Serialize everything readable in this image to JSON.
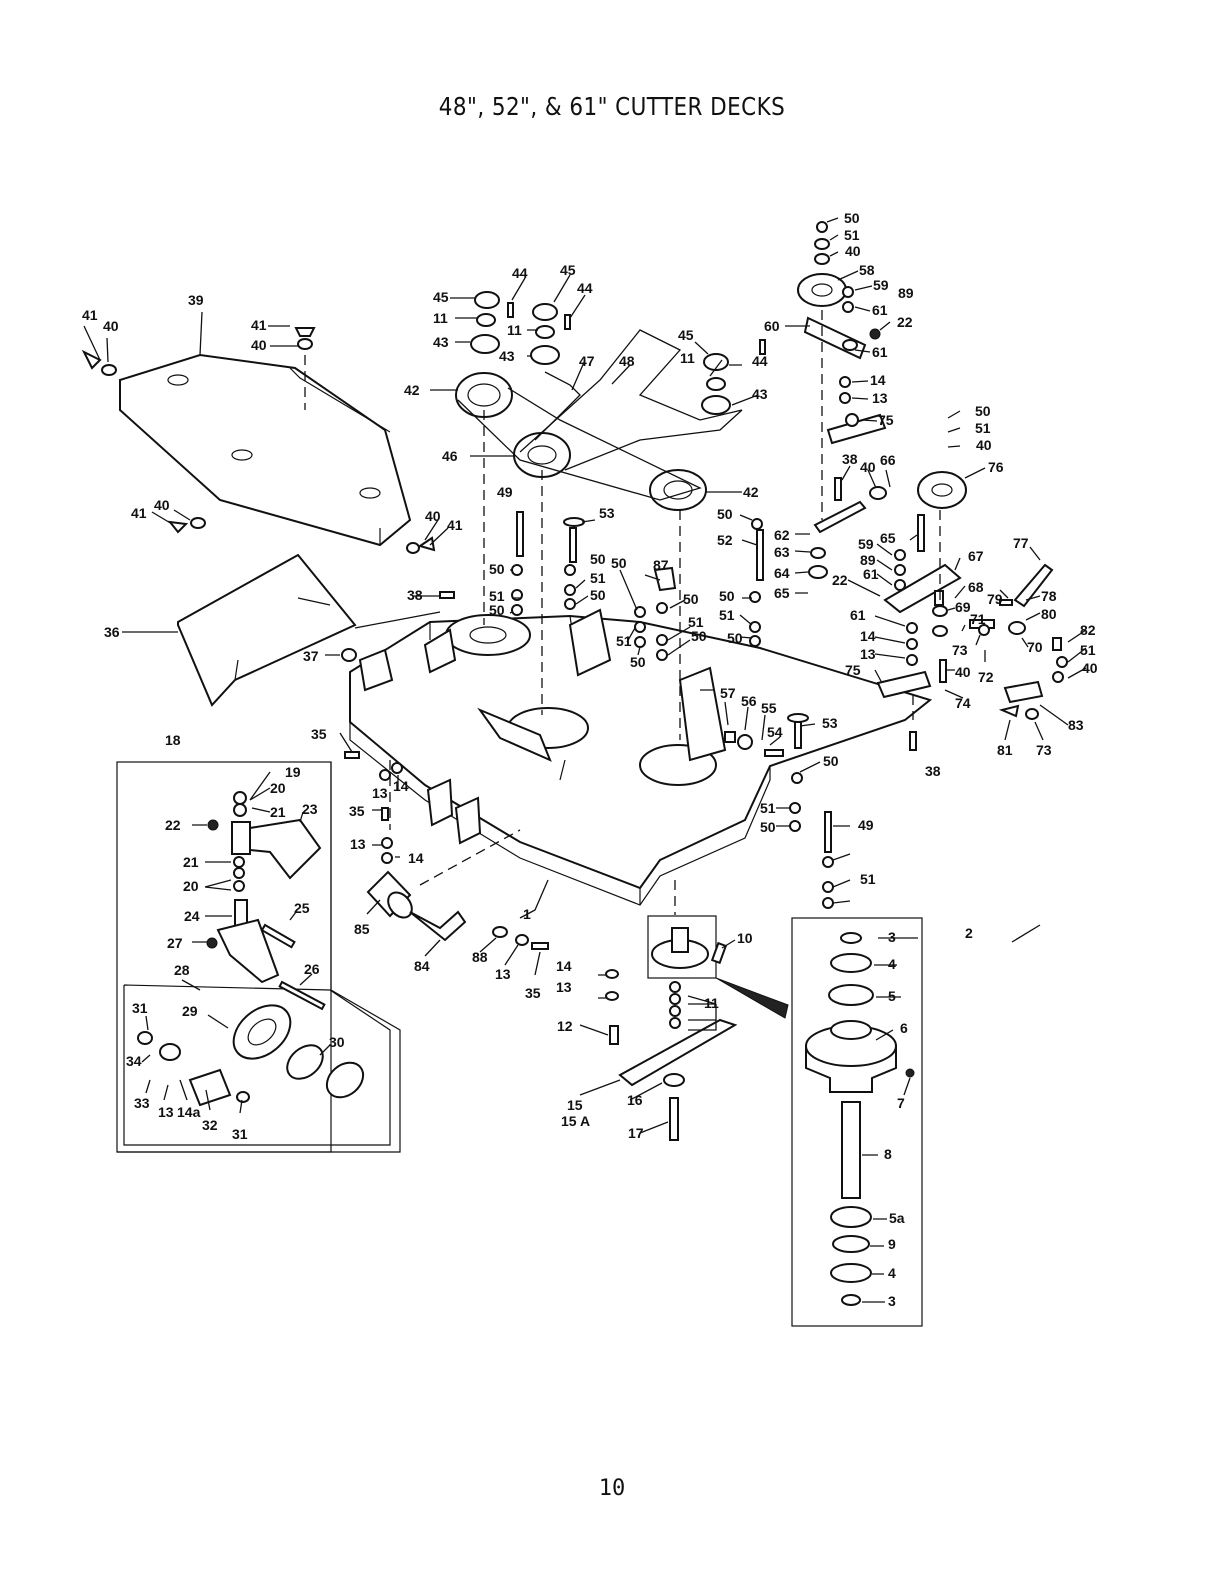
{
  "page": {
    "title": "48\", 52\", & 61\" CUTTER DECKS",
    "page_number": "10"
  },
  "callouts": {
    "c1": "1",
    "c2": "2",
    "c3a": "3",
    "c3b": "3",
    "c4a": "4",
    "c4b": "4",
    "c5": "5",
    "c5a": "5a",
    "c6": "6",
    "c7": "7",
    "c8": "8",
    "c9": "9",
    "c10": "10",
    "c11a": "11",
    "c11b": "11",
    "c11c": "11",
    "c11d": "11",
    "c12": "12",
    "c13a": "13",
    "c13b": "13",
    "c13c": "13",
    "c13d": "13",
    "c13e": "13",
    "c13f": "13",
    "c13g": "13",
    "c14a": "14",
    "c14b": "14",
    "c14c": "14",
    "c14d": "14",
    "c14e": "14",
    "c14f": "14",
    "c14a_lbl": "14a",
    "c15": "15",
    "c15a": "15 A",
    "c16": "16",
    "c17": "17",
    "c18": "18",
    "c19": "19",
    "c20a": "20",
    "c20b": "20",
    "c21a": "21",
    "c21b": "21",
    "c22a": "22",
    "c22b": "22",
    "c22c": "22",
    "c23": "23",
    "c24": "24",
    "c25": "25",
    "c26": "26",
    "c27": "27",
    "c28": "28",
    "c29": "29",
    "c30": "30",
    "c31a": "31",
    "c31b": "31",
    "c32": "32",
    "c33": "33",
    "c34": "34",
    "c35a": "35",
    "c35b": "35",
    "c35c": "35",
    "c36": "36",
    "c37": "37",
    "c38a": "38",
    "c38b": "38",
    "c38c": "38",
    "c39": "39",
    "c40a": "40",
    "c40b": "40",
    "c40c": "40",
    "c40d": "40",
    "c40e": "40",
    "c40f": "40",
    "c40g": "40",
    "c40h": "40",
    "c40i": "40",
    "c41a": "41",
    "c41b": "41",
    "c41c": "41",
    "c41d": "41",
    "c42a": "42",
    "c42b": "42",
    "c43a": "43",
    "c43b": "43",
    "c43c": "43",
    "c44a": "44",
    "c44b": "44",
    "c44c": "44",
    "c45a": "45",
    "c45b": "45",
    "c45c": "45",
    "c46": "46",
    "c47": "47",
    "c48": "48",
    "c49a": "49",
    "c49b": "49",
    "c50a": "50",
    "c50b": "50",
    "c50c": "50",
    "c50d": "50",
    "c50e": "50",
    "c50f": "50",
    "c50g": "50",
    "c50h": "50",
    "c50i": "50",
    "c50j": "50",
    "c50k": "50",
    "c50l": "50",
    "c50m": "50",
    "c50n": "50",
    "c50o": "50",
    "c51a": "51",
    "c51b": "51",
    "c51c": "51",
    "c51d": "51",
    "c51e": "51",
    "c51f": "51",
    "c51g": "51",
    "c51h": "51",
    "c51i": "51",
    "c51j": "51",
    "c52": "52",
    "c53a": "53",
    "c53b": "53",
    "c54": "54",
    "c55": "55",
    "c56": "56",
    "c57": "57",
    "c58": "58",
    "c59a": "59",
    "c59b": "59",
    "c60": "60",
    "c61a": "61",
    "c61b": "61",
    "c61c": "61",
    "c61d": "61",
    "c62": "62",
    "c63": "63",
    "c64": "64",
    "c65a": "65",
    "c65b": "65",
    "c66": "66",
    "c67": "67",
    "c68": "68",
    "c69": "69",
    "c70": "70",
    "c71": "71",
    "c72": "72",
    "c73a": "73",
    "c73b": "73",
    "c74": "74",
    "c75a": "75",
    "c75b": "75",
    "c76": "76",
    "c77": "77",
    "c78": "78",
    "c79": "79",
    "c80": "80",
    "c81": "81",
    "c82": "82",
    "c83": "83",
    "c84": "84",
    "c85": "85",
    "c87": "87",
    "c88": "88",
    "c89a": "89",
    "c89b": "89"
  }
}
